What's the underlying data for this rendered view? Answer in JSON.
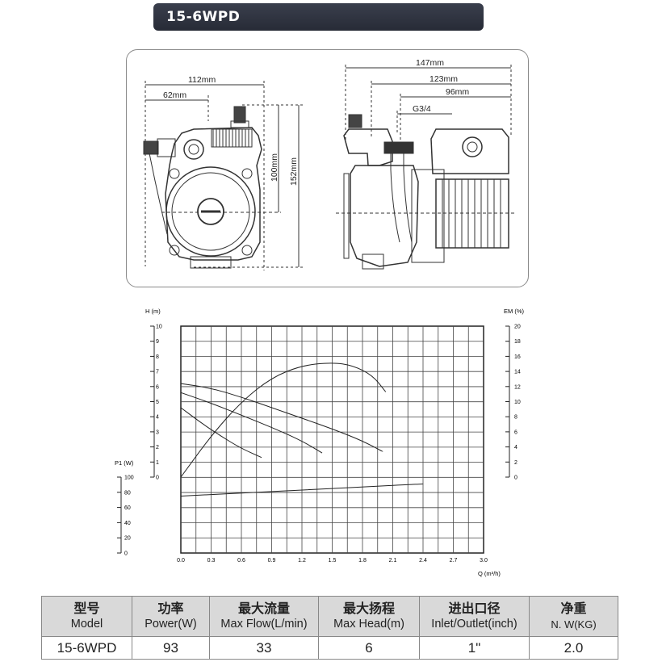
{
  "header": {
    "title": "15-6WPD"
  },
  "drawing": {
    "front_width": "112mm",
    "front_offset": "62mm",
    "front_height_inner": "100mm",
    "front_height_total": "152mm",
    "side_total": "147mm",
    "side_mid": "123mm",
    "side_short": "96mm",
    "thread": "G3/4"
  },
  "chart_data": {
    "type": "line",
    "x_axis": {
      "label": "Q (m³/h)",
      "ticks": [
        "0.0",
        "0.3",
        "0.6",
        "0.9",
        "1.2",
        "1.5",
        "1.8",
        "2.1",
        "2.4",
        "2.7",
        "3.0"
      ],
      "range": [
        0,
        3.0
      ]
    },
    "head_axis": {
      "label": "H (m)",
      "ticks": [
        "0",
        "1",
        "2",
        "3",
        "4",
        "5",
        "6",
        "7",
        "8",
        "9",
        "10"
      ],
      "range": [
        0,
        10
      ]
    },
    "eff_axis": {
      "label": "EM (%)",
      "ticks": [
        "0",
        "2",
        "4",
        "6",
        "8",
        "10",
        "12",
        "14",
        "16",
        "18",
        "20"
      ],
      "range": [
        0,
        20
      ]
    },
    "power_axis": {
      "label": "P1 (W)",
      "ticks": [
        "0",
        "20",
        "40",
        "60",
        "80",
        "100"
      ],
      "range": [
        0,
        100
      ]
    },
    "series": [
      {
        "axis": "head",
        "x": [
          0,
          0.3,
          0.6,
          0.9,
          1.2,
          1.5,
          1.8,
          2.0
        ],
        "y": [
          6.2,
          5.9,
          5.3,
          4.6,
          3.9,
          3.2,
          2.4,
          1.7
        ]
      },
      {
        "axis": "head",
        "x": [
          0,
          0.3,
          0.6,
          0.9,
          1.2,
          1.4
        ],
        "y": [
          5.6,
          4.9,
          4.1,
          3.3,
          2.4,
          1.6
        ]
      },
      {
        "axis": "head",
        "x": [
          0,
          0.2,
          0.4,
          0.6,
          0.8
        ],
        "y": [
          4.6,
          3.6,
          2.7,
          1.9,
          1.3
        ]
      },
      {
        "axis": "eff",
        "x": [
          0,
          0.3,
          0.6,
          0.9,
          1.2,
          1.5,
          1.7,
          1.9,
          2.03
        ],
        "y": [
          0,
          5.5,
          10.0,
          13.2,
          14.8,
          15.2,
          14.8,
          13.5,
          11.3
        ]
      },
      {
        "axis": "power",
        "x": [
          0,
          0.6,
          1.2,
          1.8,
          2.4
        ],
        "y": [
          75,
          79,
          83,
          87,
          91
        ]
      }
    ]
  },
  "table": {
    "headers": [
      {
        "zh": "型号",
        "en": "Model"
      },
      {
        "zh": "功率",
        "en": "Power(W)"
      },
      {
        "zh": "最大流量",
        "en": "Max Flow(L/min)"
      },
      {
        "zh": "最大扬程",
        "en": "Max Head(m)"
      },
      {
        "zh": "进出口径",
        "en": "Inlet/Outlet(inch)"
      },
      {
        "zh": "净重",
        "en": "N. W(KG)"
      }
    ],
    "row": [
      "15-6WPD",
      "93",
      "33",
      "6",
      "1\"",
      "2.0"
    ]
  }
}
